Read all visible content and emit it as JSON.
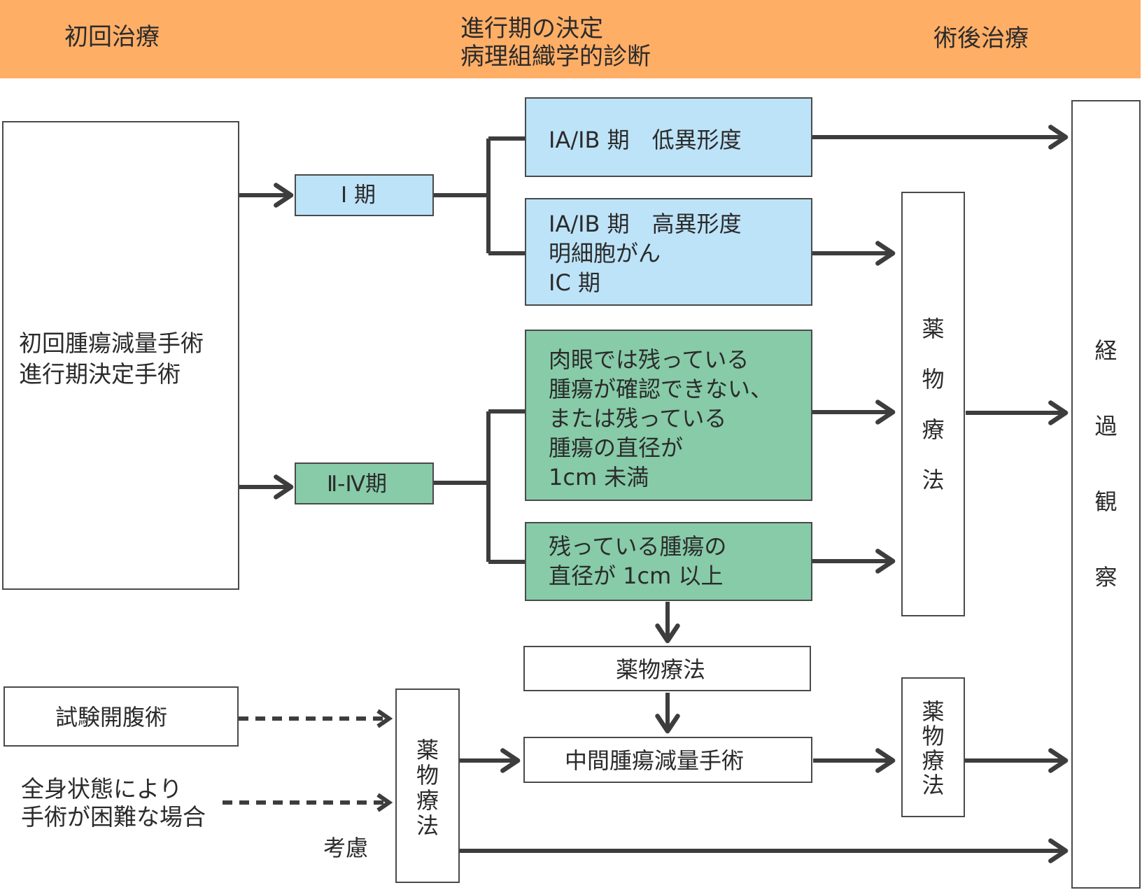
{
  "header": {
    "col1": "初回治療",
    "col2_line1": "進行期の決定",
    "col2_line2": "病理組織学的診断",
    "col3": "術後治療"
  },
  "boxes": {
    "initial_surgery": "初回腫瘍減量手術\n進行期決定手術",
    "stage_1": "I 期",
    "stage_2_4": "Ⅱ-Ⅳ期",
    "ia_ib_low": "IA/IB 期　低異形度",
    "ia_ib_high": "IA/IB 期　高異形度\n明細胞がん\nIC 期",
    "residual_small": "肉眼では残っている\n腫瘍が確認できない、\nまたは残っている\n腫瘍の直径が\n1cm 未満",
    "residual_large": "残っている腫瘍の\n直径が 1cm 以上",
    "chemo_center": "薬物療法",
    "interval_surgery": "中間腫瘍減量手術",
    "exploratory_laparotomy": "試験開腹術",
    "poor_condition": "全身状態により\n手術が困難な場合",
    "consider": "考慮",
    "chemo_tall": "薬\n\n物\n\n療\n\n法",
    "chemo_small": "薬\n物\n療\n法",
    "chemo_left": "薬\n物\n療\n法",
    "observation": "経\n\n\n過\n\n\n観\n\n\n察"
  },
  "colors": {
    "header": "#ffae66",
    "stage1_blue": "#bde3f8",
    "advanced_green": "#87cba8",
    "line": "#3d3d3d"
  }
}
